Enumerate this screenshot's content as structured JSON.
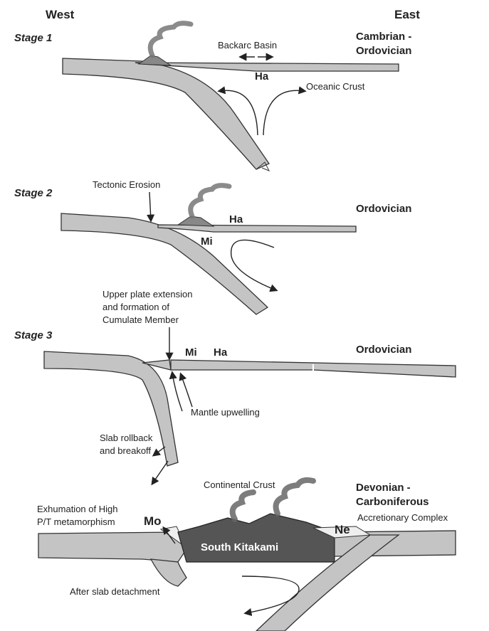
{
  "compass": {
    "west": "West",
    "east": "East"
  },
  "stage1": {
    "title": "Stage 1",
    "period": [
      "Cambrian -",
      "Ordovician"
    ],
    "labels": {
      "backarc": "Backarc Basin",
      "ha": "Ha",
      "oceanic": "Oceanic Crust"
    }
  },
  "stage2": {
    "title": "Stage 2",
    "period": "Ordovician",
    "labels": {
      "tectonic": "Tectonic Erosion",
      "ha": "Ha",
      "mi": "Mi"
    }
  },
  "stage3": {
    "title": "Stage 3",
    "period": "Ordovician",
    "labels": {
      "upper": [
        "Upper plate extension",
        "and formation of",
        "Cumulate Member"
      ],
      "mi": "Mi",
      "ha": "Ha",
      "mantle": "Mantle upwelling",
      "slab": [
        "Slab rollback",
        "and breakoff"
      ]
    }
  },
  "stage4": {
    "period": [
      "Devonian -",
      "Carboniferous"
    ],
    "labels": {
      "continental": "Continental Crust",
      "accretionary": "Accretionary Complex",
      "exhumation": [
        "Exhumation of High",
        "P/T metamorphism"
      ],
      "mo": "Mo",
      "ne": "Ne",
      "kitakami": "South Kitakami",
      "detach": "After slab detachment"
    }
  },
  "colors": {
    "plate": "#c4c4c4",
    "dark": "#555555",
    "smoke": "#777777"
  }
}
